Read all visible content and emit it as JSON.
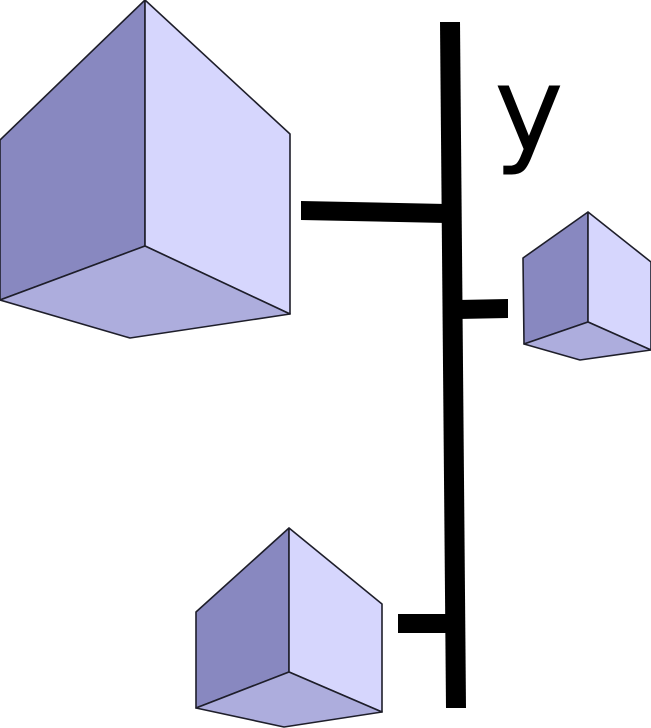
{
  "diagram": {
    "axis_label": "y",
    "line_color": "#000000",
    "face_colors": {
      "left": "#8888c0",
      "right": "#d6d6fd",
      "bottom": "#adaddd"
    },
    "objects": [
      {
        "name": "large-cube",
        "size": "large"
      },
      {
        "name": "small-cube",
        "size": "small"
      },
      {
        "name": "medium-cube",
        "size": "medium"
      }
    ]
  }
}
